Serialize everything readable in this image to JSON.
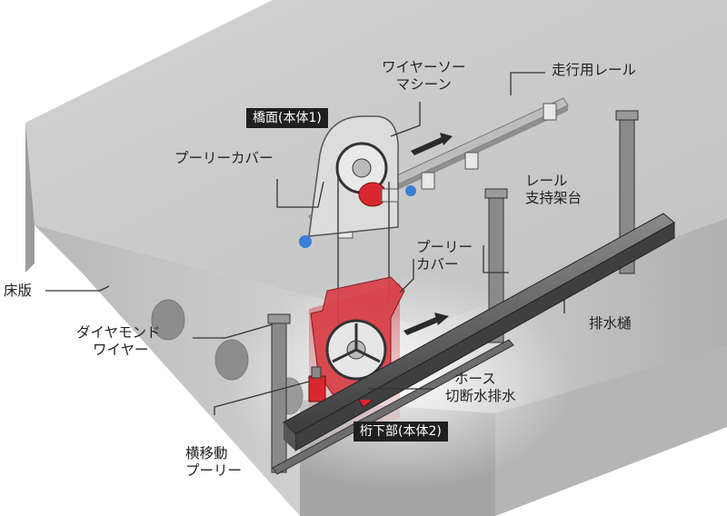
{
  "labels": {
    "wire_saw_machine": [
      "ワイヤーソー",
      "マシーン"
    ],
    "travel_rail": "走行用レール",
    "bridge_deck_unit": "橋面(本体1)",
    "pulley_cover_top": "プーリーカバー",
    "rail_support_frame": [
      "レール",
      "支持架台"
    ],
    "pulley_cover_lower": [
      "プーリー",
      "カバー"
    ],
    "drain_gutter": "排水樋",
    "floor_slab": "床版",
    "diamond_wire": [
      "ダイヤモンド",
      "ワイヤー"
    ],
    "hose_drain": [
      "ホース",
      "切断水排水"
    ],
    "under_girder_unit": "桁下部(本体2)",
    "traverse_pulley": [
      "横移動",
      "プーリー"
    ]
  },
  "colors": {
    "slab_face": "#c6c6c6",
    "slab_side": "#a9a9a9",
    "accent_red": "#d8282e",
    "dark_metal": "#3a3a3a",
    "tag_bg": "#1f1f1f"
  }
}
